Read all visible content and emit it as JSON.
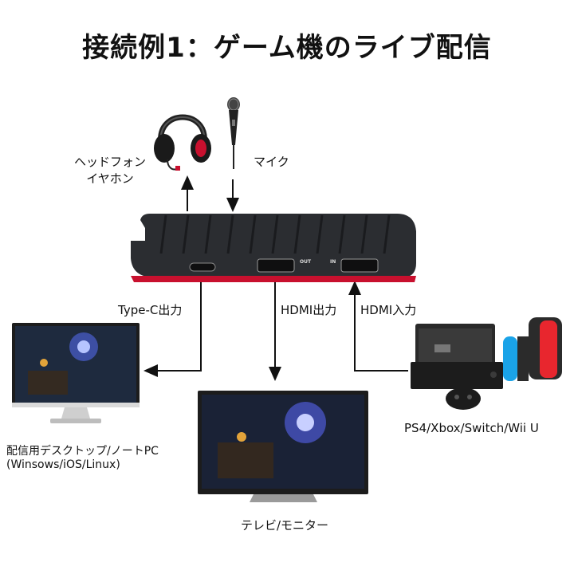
{
  "title": "接続例1：ゲーム機のライブ配信",
  "labels": {
    "headphone_line1": "ヘッドフォン",
    "headphone_line2": "イヤホン",
    "mic": "マイク",
    "typec_out": "Type-C出力",
    "hdmi_out": "HDMI出力",
    "hdmi_in": "HDMI入力",
    "pc_line1": "配信用デスクトップ/ノートPC",
    "pc_line2": "(Winsows/iOS/Linux)",
    "tv": "テレビ/モニター",
    "console": "PS4/Xbox/Switch/Wii U"
  },
  "device_port_labels": {
    "out": "OUT",
    "in": "IN"
  },
  "colors": {
    "device_body": "#2b2d31",
    "device_red": "#c8102e",
    "arrow": "#111111",
    "joycon_blue": "#1aa3e8",
    "joycon_red": "#e8262e"
  }
}
